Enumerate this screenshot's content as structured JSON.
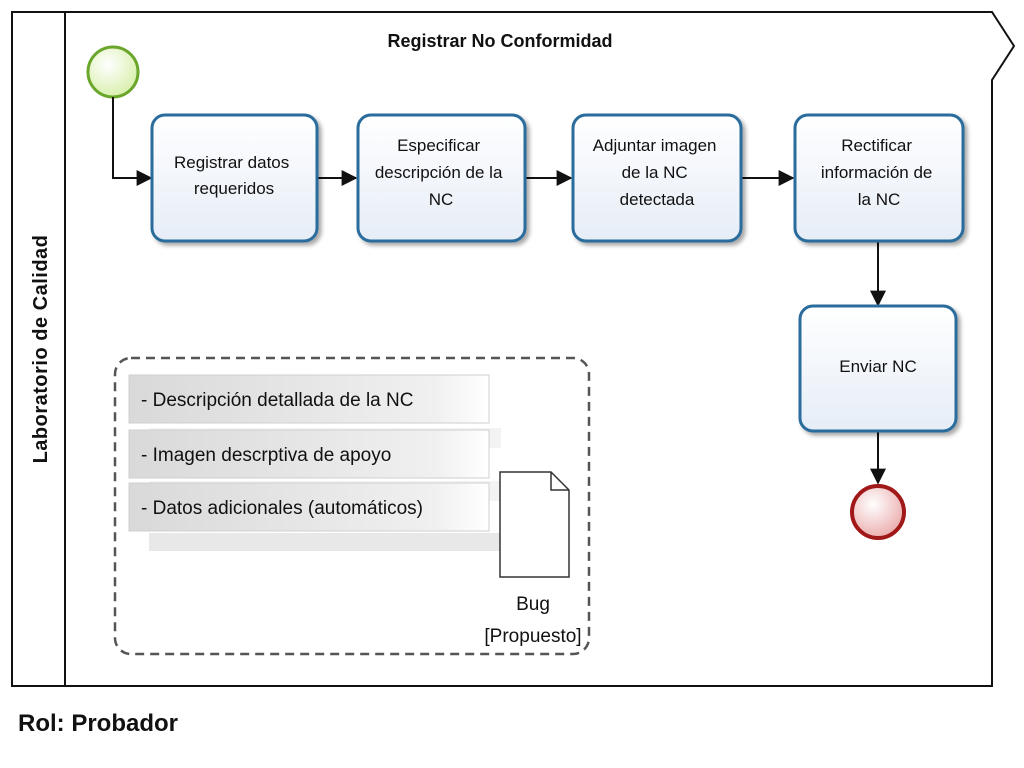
{
  "pool": {
    "title": "Registrar No Conformidad",
    "lane_label": "Laboratorio de Calidad"
  },
  "tasks": [
    {
      "id": "registrar",
      "lines": [
        "Registrar datos",
        "requeridos"
      ]
    },
    {
      "id": "especificar",
      "lines": [
        "Especificar",
        "descripción de la",
        "NC"
      ]
    },
    {
      "id": "adjuntar",
      "lines": [
        "Adjuntar imagen",
        "de la NC",
        "detectada"
      ]
    },
    {
      "id": "rectificar",
      "lines": [
        "Rectificar",
        "información de",
        "la NC"
      ]
    },
    {
      "id": "enviar",
      "lines": [
        "Enviar NC"
      ]
    }
  ],
  "annotation_items": [
    "- Descripción detallada de la NC",
    "- Imagen descrptiva de apoyo",
    "- Datos adicionales (automáticos)"
  ],
  "document": {
    "name": "Bug",
    "state": "[Propuesto]"
  },
  "caption": "Rol: Probador",
  "colors": {
    "start_fill": "#e8f5c8",
    "start_stroke": "#6aa62a",
    "end_fill": "#f2c8c8",
    "end_stroke": "#a01818",
    "task_fill": "#f4f7fc",
    "task_stroke": "#2a6c9c",
    "line": "#111111",
    "note_fill": "#e6e6e6"
  }
}
